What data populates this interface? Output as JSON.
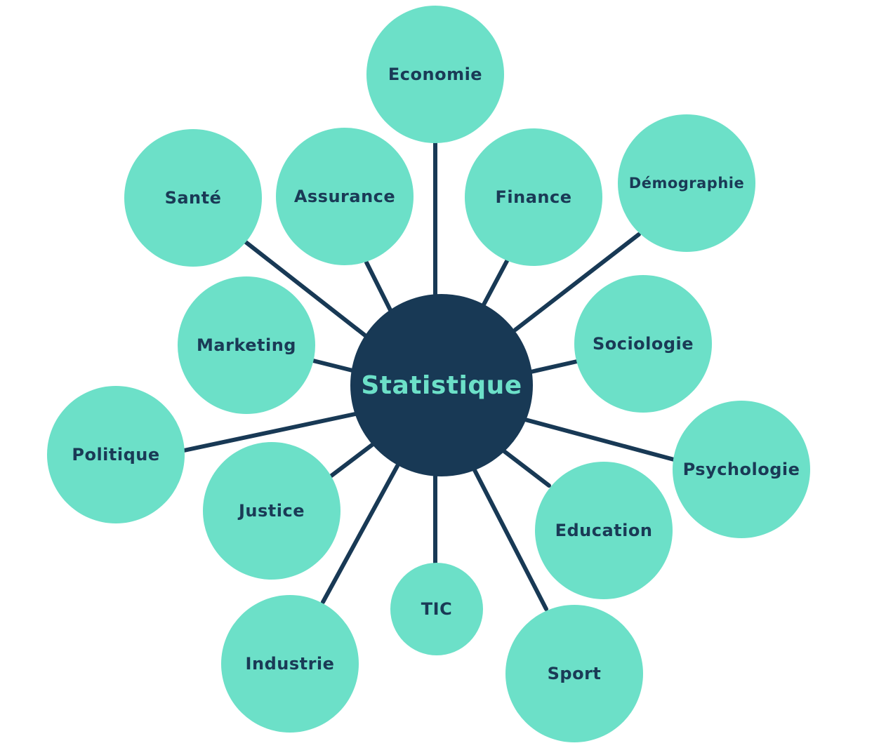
{
  "hub": {
    "label": "Statistique"
  },
  "nodes": {
    "economie": "Economie",
    "sante": "Santé",
    "assurance": "Assurance",
    "finance": "Finance",
    "demographie": "Démographie",
    "marketing": "Marketing",
    "sociologie": "Sociologie",
    "politique": "Politique",
    "psychologie": "Psychologie",
    "justice": "Justice",
    "education": "Education",
    "tic": "TIC",
    "industrie": "Industrie",
    "sport": "Sport"
  },
  "colors": {
    "node_fill": "#6ce0c8",
    "node_text": "#1a3a56",
    "hub_fill": "#183955",
    "hub_text": "#6ce0c8",
    "link": "#183955"
  }
}
